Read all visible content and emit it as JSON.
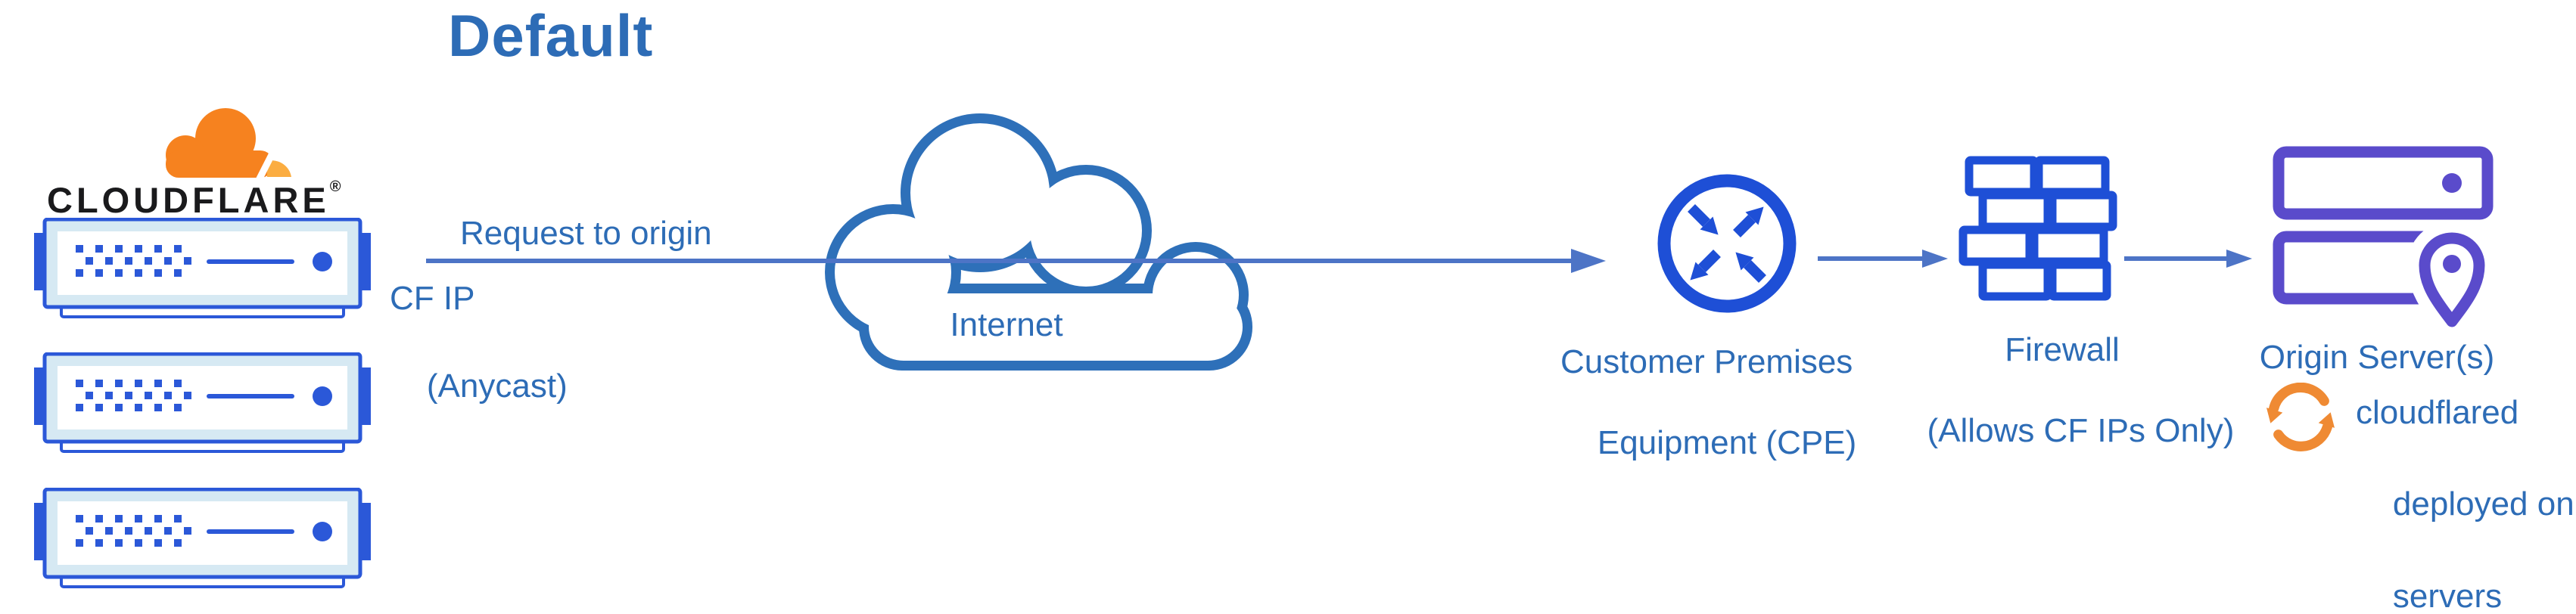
{
  "title": "Default",
  "colors": {
    "label_blue": "#2D6CB6",
    "line_blue": "#4D74C6",
    "icon_blue": "#1E4FD6",
    "server_blue": "#2B58D8",
    "server_light": "#D6E9F3",
    "cloud_stroke": "#2E70B9",
    "origin_purple": "#5A4BCB",
    "cf_orange": "#F6821F",
    "cf_orange_light": "#FBAD41",
    "sync_orange": "#EF8A33",
    "wordmark_black": "#1A1A1C"
  },
  "cloudflare": {
    "wordmark": "CLOUDFLARE",
    "reg_mark": "®",
    "server_count": 3
  },
  "edge_link": {
    "request_label": "Request to origin",
    "ip_label_line1": "CF IP",
    "ip_label_line2": "(Anycast)"
  },
  "internet": {
    "label": "Internet"
  },
  "cpe": {
    "label_line1": "Customer Premises",
    "label_line2": "Equipment (CPE)"
  },
  "firewall": {
    "label_line1": "Firewall",
    "label_line2": "(Allows CF IPs Only)"
  },
  "origin": {
    "label": "Origin Server(s)",
    "note_line1": "cloudflared",
    "note_line2": "deployed on",
    "note_line3": "servers"
  },
  "icons": {
    "cloudflare-logo-cloud": "orange brand cloud",
    "edge-server-icon": "blue rack server",
    "internet-cloud-icon": "blue outlined cloud",
    "cpe-router-icon": "circle with four diagonal arrows",
    "firewall-icon": "blue brick wall",
    "origin-server-icon": "purple server stack with location pin",
    "sync-icon": "orange circular arrows"
  }
}
